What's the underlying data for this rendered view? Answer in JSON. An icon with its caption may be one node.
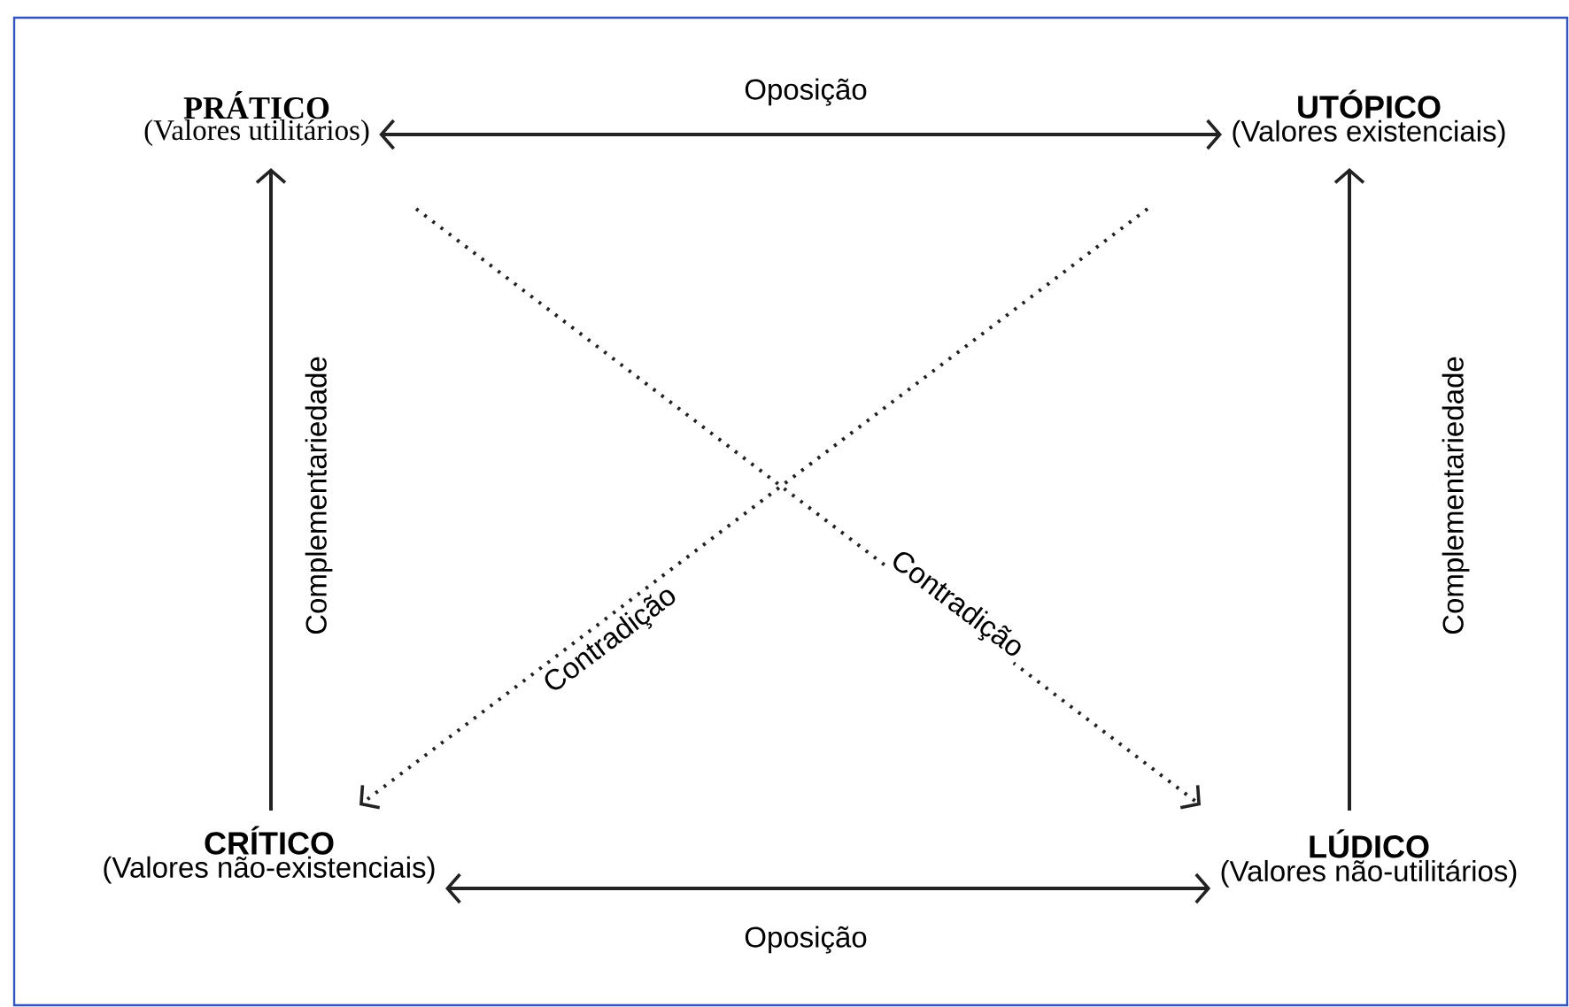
{
  "diagram": {
    "nodes": [
      {
        "text": [
          "PRÁTICO",
          "(Valores utilitários)"
        ]
      },
      {
        "text": [
          "UTÓPICO",
          "(Valores existenciais)"
        ]
      },
      {
        "text": [
          "CRÍTICO",
          "(Valores não-existenciais)"
        ]
      },
      {
        "text": [
          "LÚDICO",
          "(Valores não-utilitários)"
        ]
      }
    ],
    "edges": [
      {
        "from": 0,
        "to": 1,
        "arrow": "both",
        "label": "Oposição"
      },
      {
        "from": 2,
        "to": 3,
        "arrow": "both",
        "label": "Oposição"
      },
      {
        "from": 2,
        "to": 0,
        "arrow": "to",
        "label": "Complementariedade"
      },
      {
        "from": 3,
        "to": 1,
        "arrow": "to",
        "label": "Complementariedade"
      },
      {
        "from": 0,
        "to": 3,
        "arrow": "to",
        "label": "Contradição",
        "style": "dashed"
      },
      {
        "from": 1,
        "to": 2,
        "arrow": "to",
        "label": "Contradição",
        "style": "dashed"
      }
    ]
  }
}
